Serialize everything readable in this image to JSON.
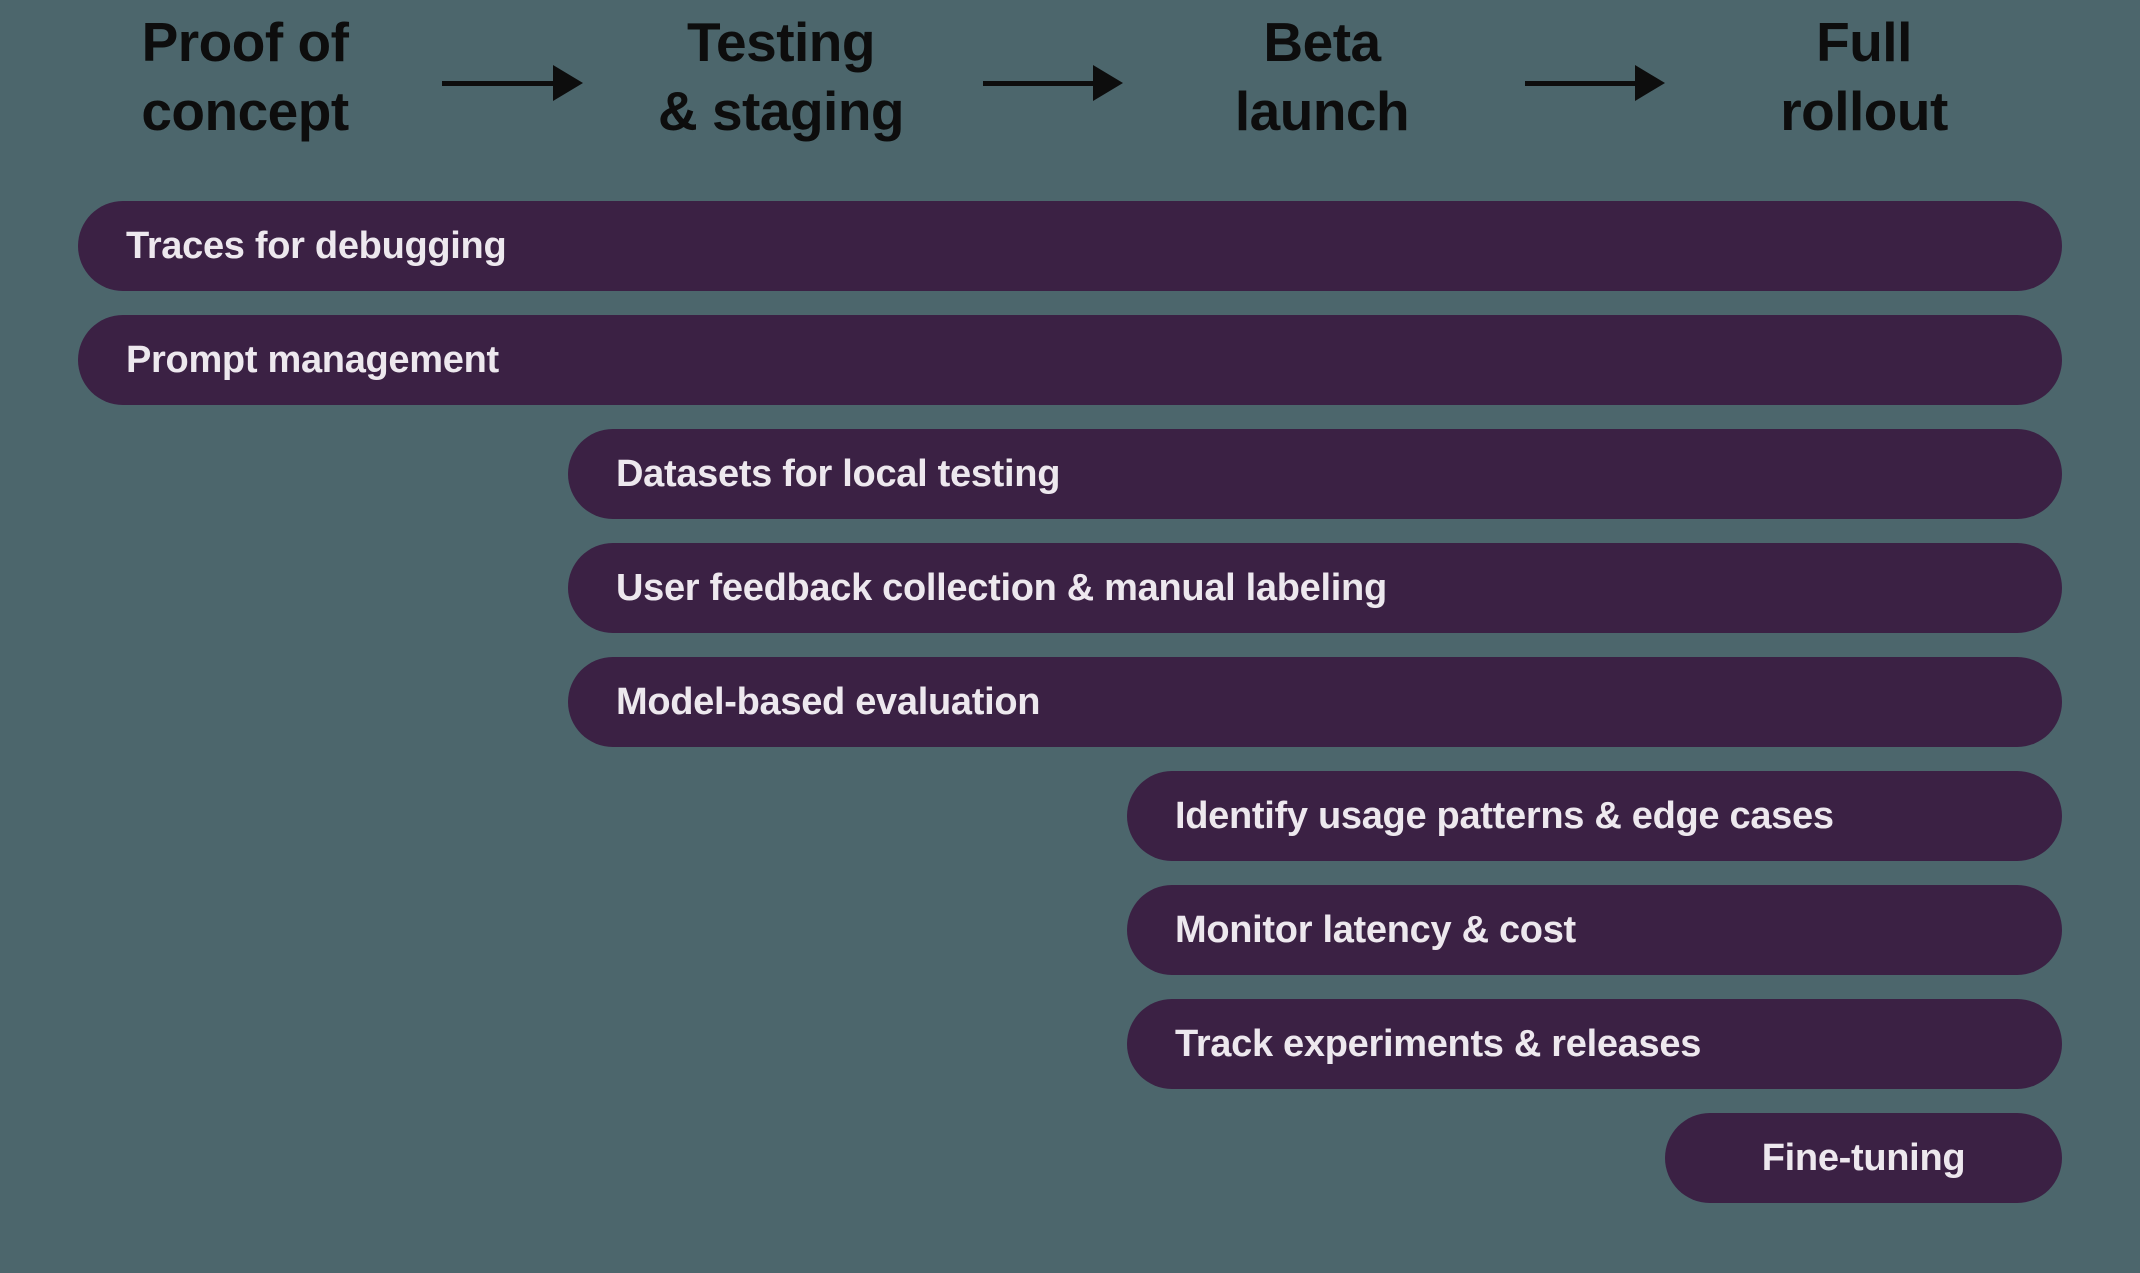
{
  "diagram": {
    "colors": {
      "background": "#4C666C",
      "bar_fill": "#3B2144",
      "bar_text": "#EDE8EE",
      "header_text": "#0D0D0D",
      "arrow": "#0D0D0D"
    },
    "stages": [
      {
        "line1": "Proof of",
        "line2": "concept"
      },
      {
        "line1": "Testing",
        "line2": "& staging"
      },
      {
        "line1": "Beta",
        "line2": "launch"
      },
      {
        "line1": "Full",
        "line2": "rollout"
      }
    ],
    "bars": [
      {
        "label": "Traces for debugging",
        "starts_at": "Proof of concept",
        "ends_at": "Full rollout"
      },
      {
        "label": "Prompt management",
        "starts_at": "Proof of concept",
        "ends_at": "Full rollout"
      },
      {
        "label": "Datasets for local testing",
        "starts_at": "Testing & staging",
        "ends_at": "Full rollout"
      },
      {
        "label": "User feedback collection & manual labeling",
        "starts_at": "Testing & staging",
        "ends_at": "Full rollout"
      },
      {
        "label": "Model-based evaluation",
        "starts_at": "Testing & staging",
        "ends_at": "Full rollout"
      },
      {
        "label": "Identify usage patterns & edge cases",
        "starts_at": "Beta launch",
        "ends_at": "Full rollout"
      },
      {
        "label": "Monitor latency & cost",
        "starts_at": "Beta launch",
        "ends_at": "Full rollout"
      },
      {
        "label": "Track experiments & releases",
        "starts_at": "Beta launch",
        "ends_at": "Full rollout"
      },
      {
        "label": "Fine-tuning",
        "starts_at": "Full rollout",
        "ends_at": "Full rollout"
      }
    ]
  }
}
